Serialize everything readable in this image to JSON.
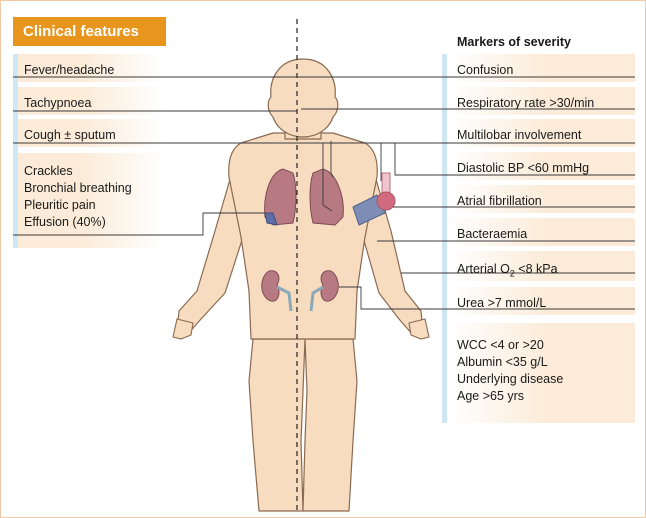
{
  "headers": {
    "clinical_features": "Clinical features",
    "markers_of_severity": "Markers of severity"
  },
  "clinical_features": [
    "Fever/headache",
    "Tachypnoea",
    "Cough ± sputum",
    "Crackles",
    "Bronchial breathing",
    "Pleuritic pain",
    "Effusion (40%)"
  ],
  "markers_of_severity": [
    "Confusion",
    "Respiratory rate >30/min",
    "Multilobar involvement",
    "Diastolic BP <60 mmHg",
    "Atrial fibrillation",
    "Bacteraemia",
    "Urea >7 mmol/L",
    "WCC <4 or >20",
    "Albumin <35 g/L",
    "Underlying disease",
    "Age >65 yrs"
  ],
  "arterial_o2": {
    "prefix": "Arterial O",
    "subscript": "2",
    "suffix": " <8 kPa"
  },
  "colors": {
    "header_bg": "#e8951e",
    "panel_bg": "#fbebd8",
    "skin": "#f7dcc0",
    "skin_outline": "#8a6a52",
    "organ": "#b77a82",
    "accent_blue": "#cfe6f3"
  }
}
